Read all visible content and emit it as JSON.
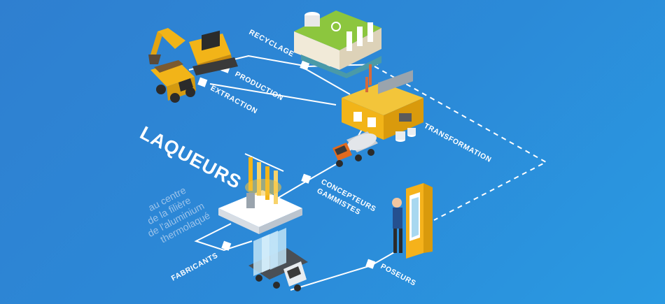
{
  "headline": "LAQUEURS",
  "tagline": [
    "au centre",
    "de la filière",
    "de l'aluminium",
    "thermolaqué"
  ],
  "stages": {
    "recyclage": "RECYCLAGE",
    "production": "PRODUCTION",
    "extraction": "EXTRACTION",
    "transformation": "TRANSFORMATION",
    "concepteurs": [
      "CONCEPTEURS",
      "GAMMISTES"
    ],
    "fabricants": "FABRICANTS",
    "poseurs": "POSEURS"
  },
  "icons": {
    "excavator": "excavator-icon",
    "dump_truck": "dump-truck-icon",
    "recycling_plant": "recycling-plant-icon",
    "factory": "factory-icon",
    "tanker_truck": "tanker-truck-icon",
    "coating_booth": "coating-booth-icon",
    "window_installer": "window-installer-icon",
    "glass_truck": "glass-truck-icon"
  },
  "colors": {
    "background": "#2b88d8",
    "connector": "#ffffff",
    "machine_yellow": "#f2b418",
    "plant_green": "#8cc63e",
    "window_orange": "#f5b21b"
  }
}
